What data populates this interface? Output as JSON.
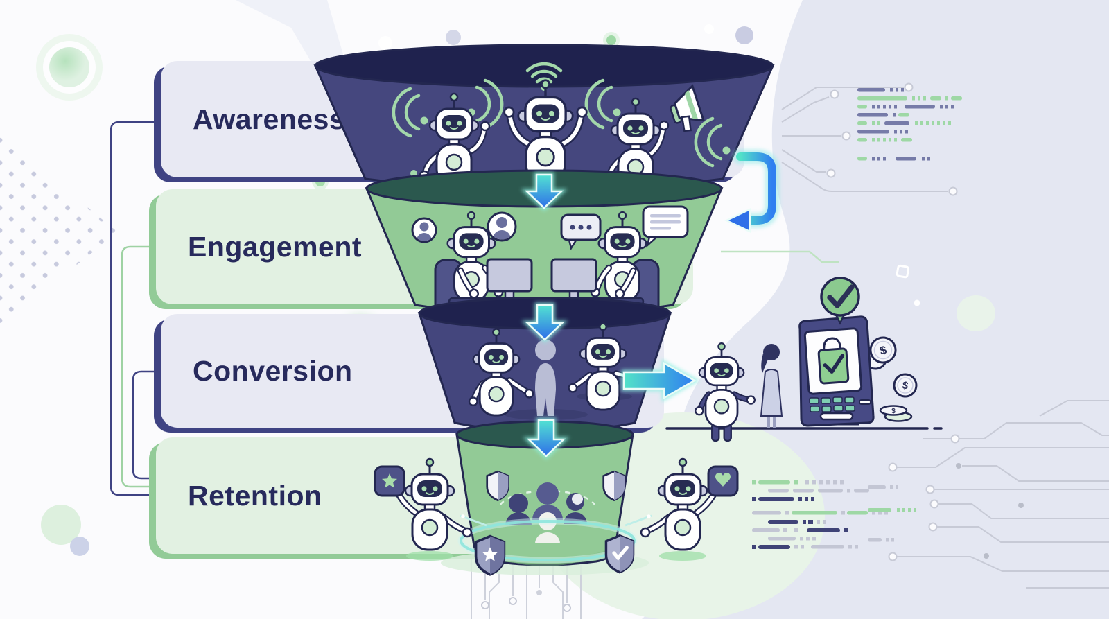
{
  "diagram": {
    "type": "marketing-funnel-with-ai-robots",
    "stages": [
      {
        "id": "awareness",
        "label": "Awareness",
        "funnel_color": "#45477e",
        "rim_color": "#1f224e",
        "box_color": "#e8e9f3",
        "accent_color": "#3f4383"
      },
      {
        "id": "engagement",
        "label": "Engagement",
        "funnel_color": "#92ca96",
        "rim_color": "#2b584e",
        "box_color": "#e2f1e2",
        "accent_color": "#92cb97"
      },
      {
        "id": "conversion",
        "label": "Conversion",
        "funnel_color": "#44467d",
        "rim_color": "#1f224e",
        "box_color": "#e7e8f3",
        "accent_color": "#3f4383"
      },
      {
        "id": "retention",
        "label": "Retention",
        "funnel_color": "#92ca96",
        "rim_color": "#2b584e",
        "box_color": "#e3f1e3",
        "accent_color": "#92cb97"
      }
    ],
    "colors": {
      "ink": "#232750",
      "text": "#272a5c",
      "arrow_cyan": "#52e2d2",
      "arrow_blue": "#2f6fe8",
      "signal_green": "#a3d8aa",
      "background_blob": "#e4e7f2",
      "soft_green": "#e8f4e8",
      "bar_navy": "#767ba8",
      "bar_green": "#9ed8a5",
      "bar_gray": "#c3c6d4"
    }
  }
}
